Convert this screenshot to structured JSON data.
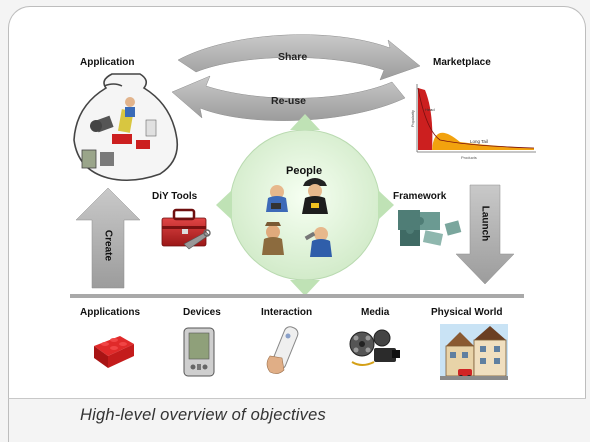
{
  "top": {
    "application": "Application",
    "marketplace": "Marketplace",
    "share": "Share",
    "reuse": "Re-use"
  },
  "chart": {
    "ylabel": "Popularity",
    "xlabel": "Products",
    "head": "Head",
    "tail": "Long Tail"
  },
  "middle": {
    "people": "People",
    "diy_tools": "DiY Tools",
    "framework": "Framework",
    "create": "Create",
    "launch": "Launch"
  },
  "bottom": {
    "applications": "Applications",
    "devices": "Devices",
    "interaction": "Interaction",
    "media": "Media",
    "physical_world": "Physical World"
  },
  "caption": "High-level overview of objectives",
  "colors": {
    "arrow_gray": "#a9a9a9",
    "circle_green": "#d7efd2",
    "brick_red": "#cc1f1f",
    "tail_orange": "#f2a20e"
  },
  "icons": {
    "application": "bag-of-apps-icon",
    "diy": "toolbox-icon",
    "framework": "puzzle-icon",
    "applications": "lego-brick-icon",
    "devices": "pda-icon",
    "interaction": "wii-remote-icon",
    "media": "film-reel-icon",
    "physical": "townhouse-icon"
  }
}
